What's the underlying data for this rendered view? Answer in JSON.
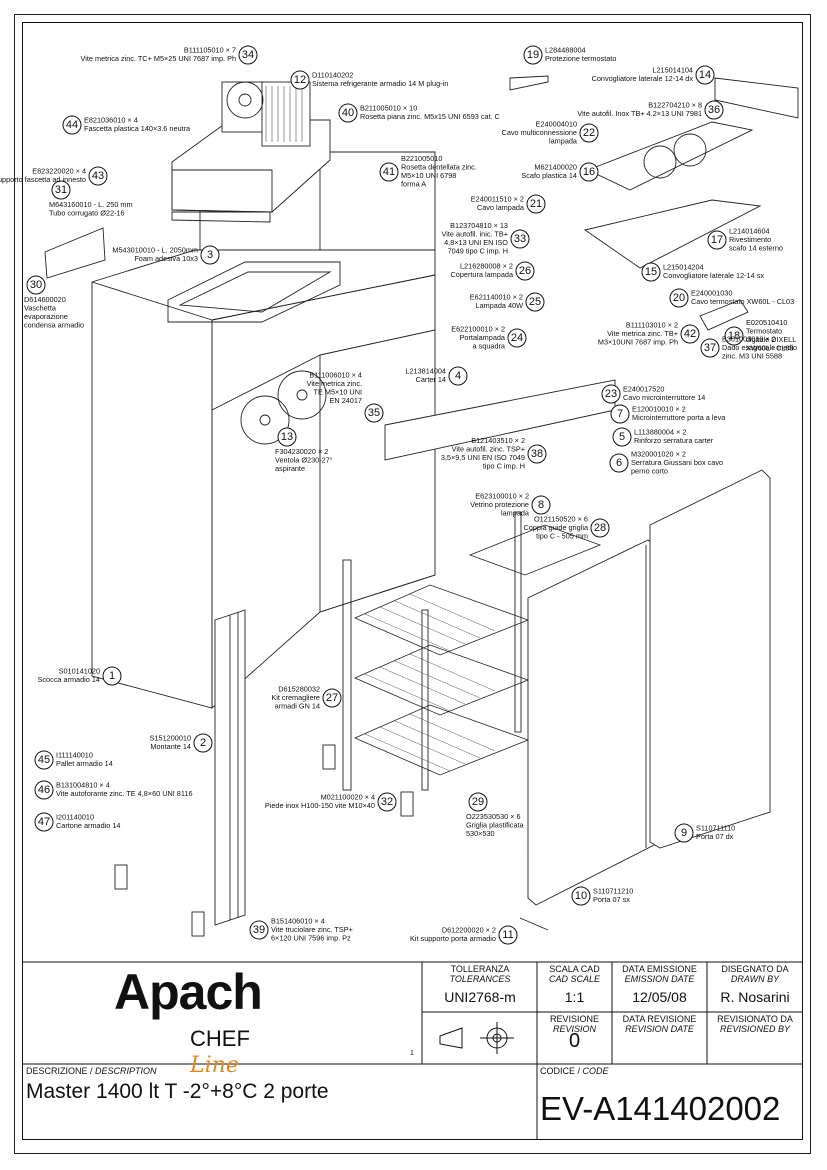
{
  "parts": [
    {
      "n": "1",
      "code": "S010141020",
      "desc": "Scocca armadio 14"
    },
    {
      "n": "2",
      "code": "S151200010",
      "desc": "Montante 14"
    },
    {
      "n": "3",
      "code": "M543010010 - L. 2050mm",
      "desc": "Foam adesiva 10x3"
    },
    {
      "n": "4",
      "code": "L213814004",
      "desc": "Carter 14"
    },
    {
      "n": "5",
      "code": "L113880004 × 2",
      "desc": "Rinforzo serratura carter"
    },
    {
      "n": "6",
      "code": "M320001020 × 2",
      "desc": "Serratura Giussani box cavo",
      "desc2": "perno corto"
    },
    {
      "n": "7",
      "code": "E120010010 × 2",
      "desc": "Microinterruttore porta a leva"
    },
    {
      "n": "8",
      "code": "E623100010 × 2",
      "desc": "Vetrino protezione",
      "desc2": "lampada"
    },
    {
      "n": "9",
      "code": "S110711110",
      "desc": "Porta 07 dx"
    },
    {
      "n": "10",
      "code": "S110711210",
      "desc": "Porta 07 sx"
    },
    {
      "n": "11",
      "code": "D612200020 × 2",
      "desc": "Kit supporto porta armadio"
    },
    {
      "n": "12",
      "code": "D110140202",
      "desc": "Sistema refrigerante armadio 14 M plug-in"
    },
    {
      "n": "13",
      "code": "F304230020 × 2",
      "desc": "Ventola Ø230-27°",
      "desc2": "aspirante"
    },
    {
      "n": "14",
      "code": "L215014104",
      "desc": "Convogliatore laterale 12-14 dx"
    },
    {
      "n": "15",
      "code": "L215014204",
      "desc": "Convogliatore laterale 12-14 sx"
    },
    {
      "n": "16",
      "code": "M621400020",
      "desc": "Scafo plastica 14"
    },
    {
      "n": "17",
      "code": "L214014604",
      "desc": "Rivestimento",
      "desc2": "scafo 14 esterno"
    },
    {
      "n": "18",
      "code": "E020510410",
      "desc": "Termostato",
      "desc2": "digitale DIXELL",
      "desc3": "XW60L - CL03"
    },
    {
      "n": "19",
      "code": "L284488004",
      "desc": "Protezione termostato"
    },
    {
      "n": "20",
      "code": "E240001030",
      "desc": "Cavo termostato XW60L - CL03"
    },
    {
      "n": "21",
      "code": "E240011510 × 2",
      "desc": "Cavo lampada"
    },
    {
      "n": "22",
      "code": "E240004010",
      "desc": "Cavo multiconnessione",
      "desc2": "lampada"
    },
    {
      "n": "23",
      "code": "E240017520",
      "desc": "Cavo microinterruttore 14"
    },
    {
      "n": "24",
      "code": "E622100010 × 2",
      "desc": "Portalampada",
      "desc2": "a squadra"
    },
    {
      "n": "25",
      "code": "E621140010 × 2",
      "desc": "Lampada 40W"
    },
    {
      "n": "26",
      "code": "L216280008 × 2",
      "desc": "Copertura lampada"
    },
    {
      "n": "27",
      "code": "D615280032",
      "desc": "Kit cremagliere",
      "desc2": "armadi GN 14"
    },
    {
      "n": "28",
      "code": "O121150520 × 6",
      "desc": "Coppia guide griglia",
      "desc2": "tipo C - 505 mm"
    },
    {
      "n": "29",
      "code": "O223530530 × 6",
      "desc": "Griglia plastificata",
      "desc2": "530×530"
    },
    {
      "n": "30",
      "code": "D614600020",
      "desc": "Vaschetta",
      "desc2": "evaporazione",
      "desc3": "condensa armadio"
    },
    {
      "n": "31",
      "code": "M643160010 - L. 250 mm",
      "desc": "Tubo corrugato Ø22-16"
    },
    {
      "n": "32",
      "code": "M021100020 × 4",
      "desc": "Piede inox H100-150 vite M10×40"
    },
    {
      "n": "33",
      "code": "B123704810 × 13",
      "desc": "Vite autofil. inic. TB+",
      "desc2": "4,8×13 UNI EN ISO",
      "desc3": "7049 tipo C imp. H"
    },
    {
      "n": "34",
      "code": "B111105010 × 7",
      "desc": "Vite metrica zinc. TC+ M5×25 UNI 7687 imp. Ph"
    },
    {
      "n": "35",
      "code": "B111006010 × 4",
      "desc": "Vite metrica zinc.",
      "desc2": "TE M5×10 UNI",
      "desc3": "EN 24017"
    },
    {
      "n": "36",
      "code": "B122704210 × 8",
      "desc": "Vite autofil. Inox TB+ 4.2×13 UNI 7981"
    },
    {
      "n": "37",
      "code": "B301003010 × 2",
      "desc": "Dado esagonale medio",
      "desc2": "zinc. M3 UNI 5588"
    },
    {
      "n": "38",
      "code": "B121403510 × 2",
      "desc": "Vite autofil. zinc. TSP+",
      "desc2": "3,5×9,5 UNI EN ISO 7049",
      "desc3": "tipo C imp. H"
    },
    {
      "n": "39",
      "code": "B151406010 × 4",
      "desc": "Vite truciolare zinc. TSP+",
      "desc2": "6×120 UNI 7596 imp. Pz"
    },
    {
      "n": "40",
      "code": "B211005010 × 10",
      "desc": "Rosetta piana zinc. M5x15 UNI 6593 cat. C"
    },
    {
      "n": "41",
      "code": "B221005010",
      "desc": "Rosetta dentellata zinc.",
      "desc2": "M5×10 UNI 6798",
      "desc3": "forma A"
    },
    {
      "n": "42",
      "code": "B111103010 × 2",
      "desc": "Vite metrica zinc. TB+",
      "desc2": "M3×10UNI 7687 imp. Ph"
    },
    {
      "n": "43",
      "code": "E823220020 × 4",
      "desc": "Supporto fascetta ad innesto"
    },
    {
      "n": "44",
      "code": "E821036010 × 4",
      "desc": "Fascetta plastica 140×3.6 neutra"
    },
    {
      "n": "45",
      "code": "I111140010",
      "desc": "Pallet armadio 14"
    },
    {
      "n": "46",
      "code": "B131004810 × 4",
      "desc": "Vite autoforante zinc. TE 4,8×60 UNI 8116"
    },
    {
      "n": "47",
      "code": "I201140010",
      "desc": "Cartone armadio 14"
    }
  ],
  "title_block": {
    "brand": "Apach",
    "brand_sub": "CHEF",
    "brand_script": "Line",
    "small_mark": "1",
    "tolerances_label": "TOLLERANZA",
    "tolerances_label_en": "TOLERANCES",
    "tolerances_value": "UNI2768-m",
    "scale_label": "SCALA CAD",
    "scale_label_en": "CAD SCALE",
    "scale_value": "1:1",
    "emission_label": "DATA EMISSIONE",
    "emission_label_en": "EMISSION DATE",
    "emission_value": "12/05/08",
    "drawn_label": "DISEGNATO DA",
    "drawn_label_en": "DRAWN BY",
    "drawn_value": "R. Nosarini",
    "revision_label": "REVISIONE",
    "revision_label_en": "REVISION",
    "revision_value": "0",
    "rev_date_label": "DATA REVISIONE",
    "rev_date_label_en": "REVISION DATE",
    "revisioned_label": "REVISIONATO DA",
    "revisioned_label_en": "REVISIONED BY",
    "desc_label": "DESCRIZIONE /",
    "desc_label_en": "DESCRIPTION",
    "description": "Master 1400 lt T -2°+8°C 2 porte",
    "code_label": "CODICE /",
    "code_label_en": "CODE",
    "code_value": "EV-A141402002"
  }
}
